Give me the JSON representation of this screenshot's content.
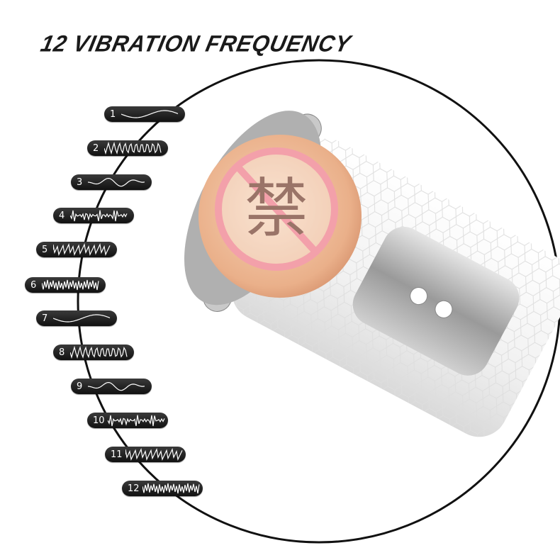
{
  "title": "12 VIBRATION FREQUENCY",
  "modes": [
    {
      "label": "1",
      "wave": "sine"
    },
    {
      "label": "2",
      "wave": "dense-sine"
    },
    {
      "label": "3",
      "wave": "twisted"
    },
    {
      "label": "4",
      "wave": "burst"
    },
    {
      "label": "5",
      "wave": "noise"
    },
    {
      "label": "6",
      "wave": "noise-sparse"
    },
    {
      "label": "7",
      "wave": "pulse"
    },
    {
      "label": "8",
      "wave": "dense-noise"
    },
    {
      "label": "9",
      "wave": "spike"
    },
    {
      "label": "10",
      "wave": "beads"
    },
    {
      "label": "11",
      "wave": "dense-pulse"
    },
    {
      "label": "12",
      "wave": "zigzag"
    }
  ],
  "colors": {
    "pill": "#1a1a1a",
    "arc": "#111111",
    "body": "#f4f4f4",
    "sleeve": "#e8b894",
    "prohibit": "#f2a0a8",
    "panel": "#b8b8b8"
  }
}
